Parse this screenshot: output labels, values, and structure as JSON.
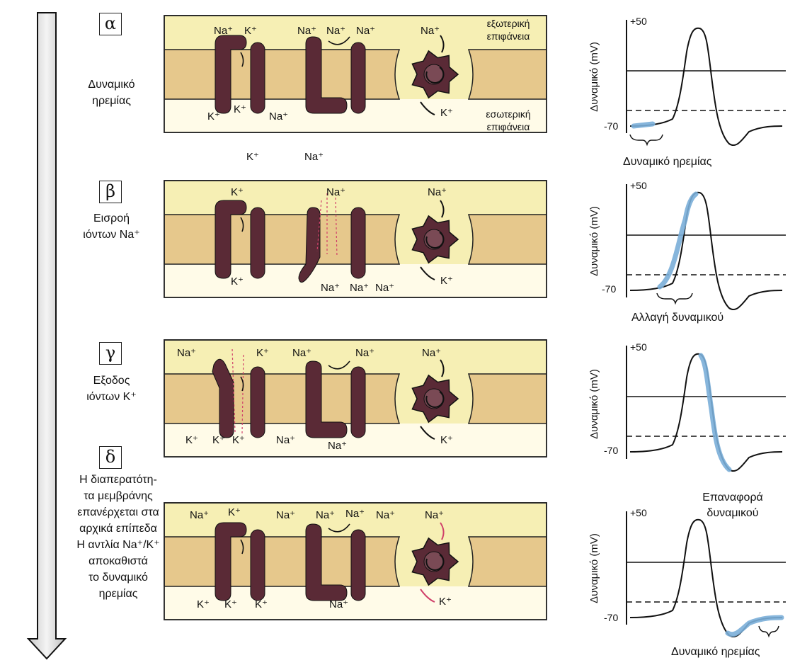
{
  "steps": [
    {
      "letter": "α",
      "desc": [
        "Δυναμικό",
        "ηρεμίας"
      ]
    },
    {
      "letter": "β",
      "desc": [
        "Εισροή",
        "ιόντων Na⁺"
      ]
    },
    {
      "letter": "γ",
      "desc": [
        "Εξοδος",
        "ιόντων K⁺"
      ]
    },
    {
      "letter": "δ",
      "desc": [
        "Η διαπερατότη-",
        "τα μεμβράνης",
        "επανέρχεται στα",
        "αρχικά επίπεδα",
        "Η αντλία Na⁺/K⁺",
        "αποκαθιστά",
        "το δυναμικό",
        "ηρεμίας"
      ]
    }
  ],
  "membrane": {
    "outer_label": [
      "εξωτερική",
      "επιφάνεια"
    ],
    "inner_label": [
      "εσωτερική",
      "επιφάνεια"
    ]
  },
  "ions": {
    "a": [
      "Na⁺",
      "K⁺",
      "Na⁺",
      "Na⁺",
      "Na⁺",
      "Na⁺",
      "K⁺",
      "K⁺",
      "Na⁺",
      "K⁺",
      "K⁺",
      "Na⁺"
    ],
    "b": [
      "K⁺",
      "Na⁺",
      "Na⁺",
      "K⁺",
      "Na⁺",
      "Na⁺",
      "Na⁺",
      "K⁺"
    ],
    "c": [
      "Na⁺",
      "K⁺",
      "Na⁺",
      "Na⁺",
      "Na⁺",
      "K⁺",
      "K⁺",
      "K⁺",
      "Na⁺",
      "Na⁺",
      "K⁺"
    ],
    "d": [
      "Na⁺",
      "K⁺",
      "Na⁺",
      "Na⁺",
      "Na⁺",
      "Na⁺",
      "Na⁺",
      "K⁺",
      "K⁺",
      "K⁺",
      "Na⁺",
      "K⁺"
    ]
  },
  "graph": {
    "ylabel": "Δυναμικό (mV)",
    "top_tick": "+50",
    "bottom_tick": "-70"
  },
  "captions": {
    "a": "Δυναμικό ηρεμίας",
    "b": "Αλλαγή δυναμικού",
    "c": [
      "Επαναφορά",
      "δυναμικού"
    ],
    "d": "Δυναμικό ηρεμίας"
  },
  "colors": {
    "membrane": "#e6c88c",
    "fluid": "#f6efb4",
    "protein": "#5a2a36",
    "highlight": "#7aaed8",
    "arrow": "#d0406a"
  }
}
